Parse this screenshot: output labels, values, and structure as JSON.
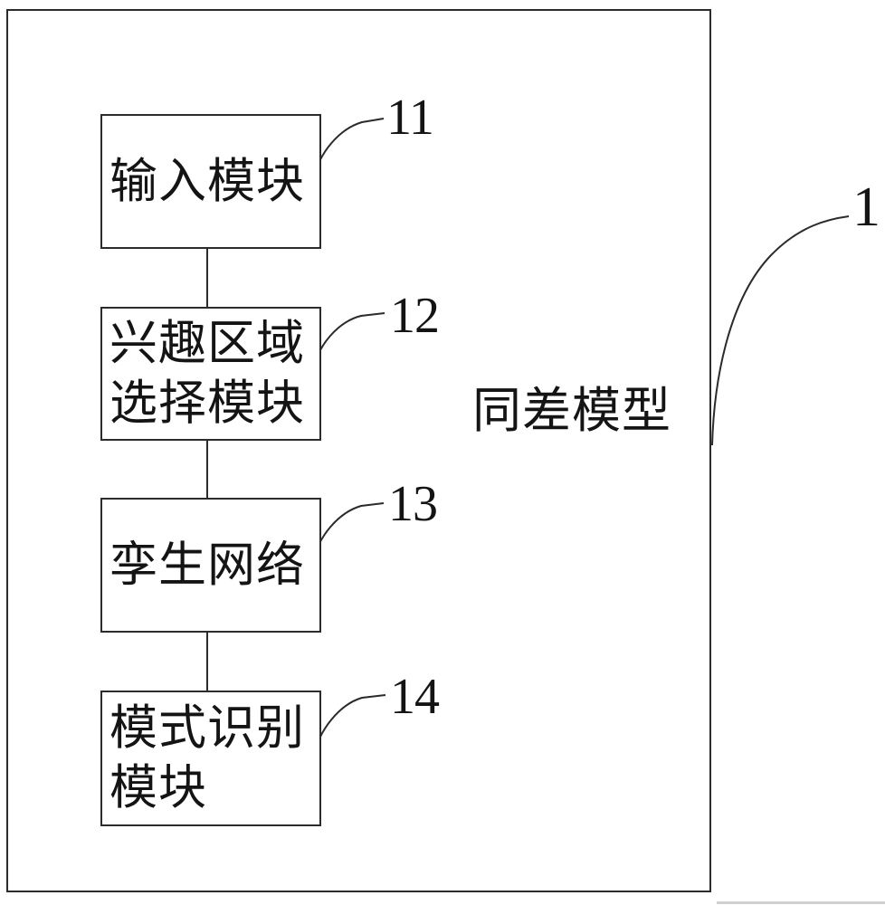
{
  "figure": {
    "boundary_ref": "1",
    "model_name": "同差模型",
    "modules": [
      {
        "ref": "11",
        "lines": [
          "输入模块"
        ]
      },
      {
        "ref": "12",
        "lines": [
          "兴趣区域",
          "选择模块"
        ]
      },
      {
        "ref": "13",
        "lines": [
          "孪生网络"
        ]
      },
      {
        "ref": "14",
        "lines": [
          "模式识别",
          "模块"
        ]
      }
    ]
  }
}
